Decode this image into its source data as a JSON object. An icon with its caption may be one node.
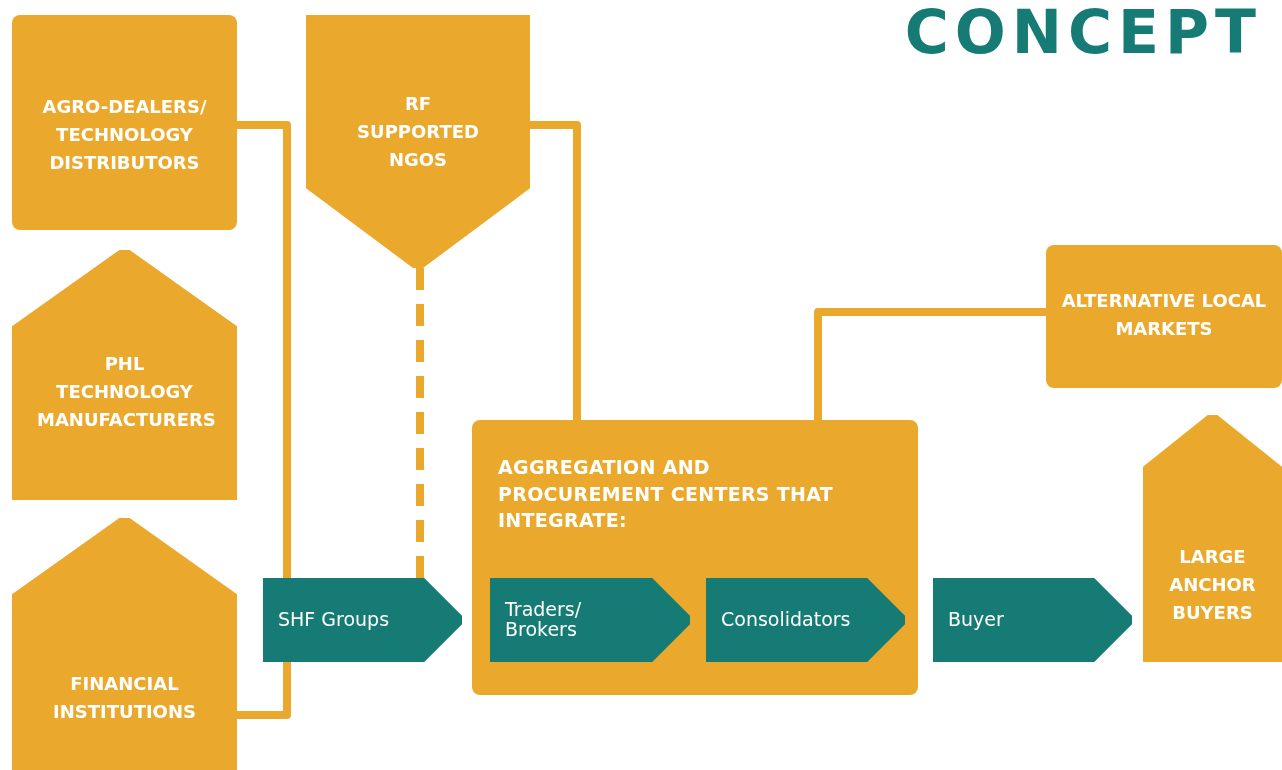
{
  "diagram": {
    "title": "CONCEPT",
    "nodes": [
      {
        "text": [
          "AGRO-DEALERS/ TECHNOLOGY DISTRIBUTORS"
        ]
      },
      {
        "text": [
          "RF SUPPORTED NGOS"
        ]
      },
      {
        "text": [
          "PHL TECHNOLOGY MANUFACTURERS"
        ]
      },
      {
        "text": [
          "FINANCIAL INSTITUTIONS"
        ]
      },
      {
        "text": [
          "SHF Groups"
        ]
      },
      {
        "text": [
          "AGGREGATION AND PROCUREMENT CENTERS THAT INTEGRATE:"
        ]
      },
      {
        "text": [
          "Traders/ Brokers"
        ],
        "in": 5
      },
      {
        "text": [
          "Consolidators"
        ],
        "in": 5
      },
      {
        "text": [
          "Buyer"
        ]
      },
      {
        "text": [
          "ALTERNATIVE LOCAL MARKETS"
        ]
      },
      {
        "text": [
          "LARGE ANCHOR BUYERS"
        ]
      }
    ],
    "edges": [
      {
        "from": 0,
        "to": 4,
        "arrow": "none"
      },
      {
        "from": 3,
        "to": 4,
        "arrow": "none"
      },
      {
        "from": 1,
        "to": 4,
        "arrow": "none",
        "style": "dashed"
      },
      {
        "from": 1,
        "to": 5,
        "arrow": "none"
      },
      {
        "from": 5,
        "to": 9,
        "arrow": "none"
      }
    ]
  }
}
